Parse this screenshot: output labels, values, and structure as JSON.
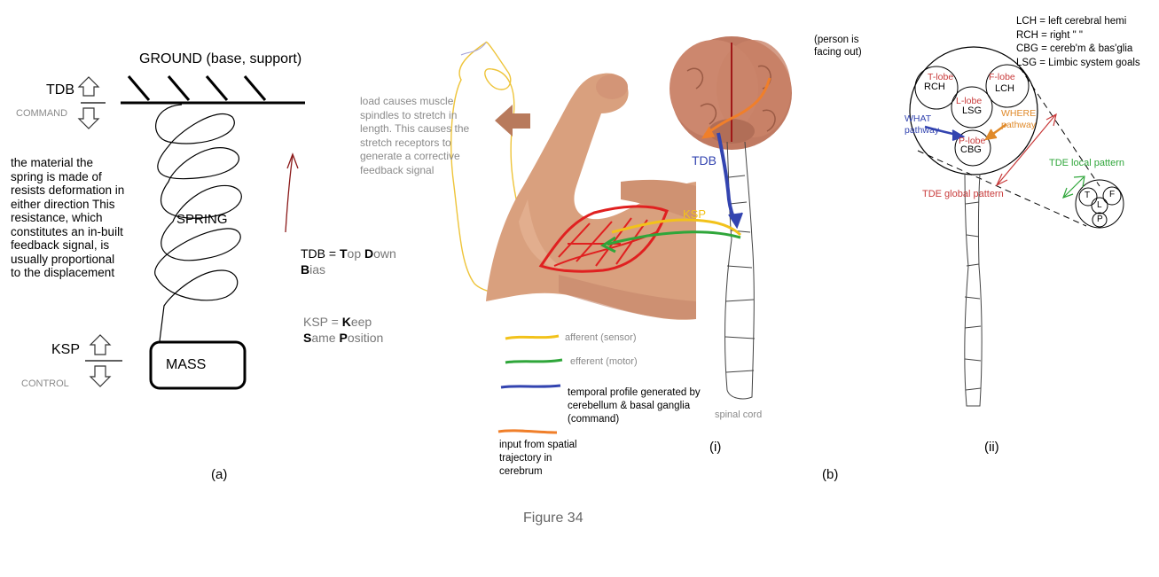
{
  "panel_a": {
    "ground": "GROUND (base, support)",
    "tdb": "TDB",
    "command": "COMMAND",
    "ksp": "KSP",
    "control": "CONTROL",
    "material_text": "the material the spring is made of resists deformation in either direction This resistance, which constitutes an in-built feedback signal, is usually proportional to the displacement",
    "spring": "SPRING",
    "mass": "MASS",
    "tdb_def": {
      "t1": "TDB = ",
      "T": "T",
      "op": "op ",
      "D": "D",
      "own": "own",
      "B": "B",
      "ias": "ias"
    },
    "ksp_def": {
      "k1": "KSP = ",
      "K": "K",
      "eep": "eep",
      "S": "S",
      "ame": "ame ",
      "P": "P",
      "osition": "osition"
    },
    "label": "(a)"
  },
  "panel_b": {
    "load_text": "load causes muscle spindles to stretch in length. This causes the stretch receptors to generate a corrective feedback signal",
    "person_note": "(person is facing out)",
    "tdb": "TDB",
    "ksp": "KSP",
    "legend": [
      {
        "label": "afferent  (sensor)",
        "color": "#f2c21b"
      },
      {
        "label": "efferent  (motor)",
        "color": "#2fa63a"
      },
      {
        "label": "temporal profile generated by cerebellum & basal ganglia (command)",
        "color": "#3344b0"
      },
      {
        "label": "input from spatial trajectory in cerebrum",
        "color": "#f07f2a"
      }
    ],
    "spinal": "spinal cord",
    "label_i": "(i)",
    "label": "(b)"
  },
  "panel_ii": {
    "key": [
      "LCH = left cerebral hemi",
      "RCH = right \"  \"",
      "CBG = cereb'm & bas'glia",
      "LSG = Limbic system goals"
    ],
    "t_lobe": "T-lobe",
    "rch": "RCH",
    "f_lobe": "F-lobe",
    "lch": "LCH",
    "l_lobe": "L-lobe",
    "lsg": "LSG",
    "p_lobe": "P-lobe",
    "cbg": "CBG",
    "what": "WHAT pathway",
    "where": "WHERE pathway",
    "tde_local": "TDE local pattern",
    "tde_global": "TDE global pattern",
    "small_t": "T",
    "small_f": "F",
    "small_l": "L",
    "small_p": "P",
    "label": "(ii)"
  },
  "caption": "Figure 34"
}
